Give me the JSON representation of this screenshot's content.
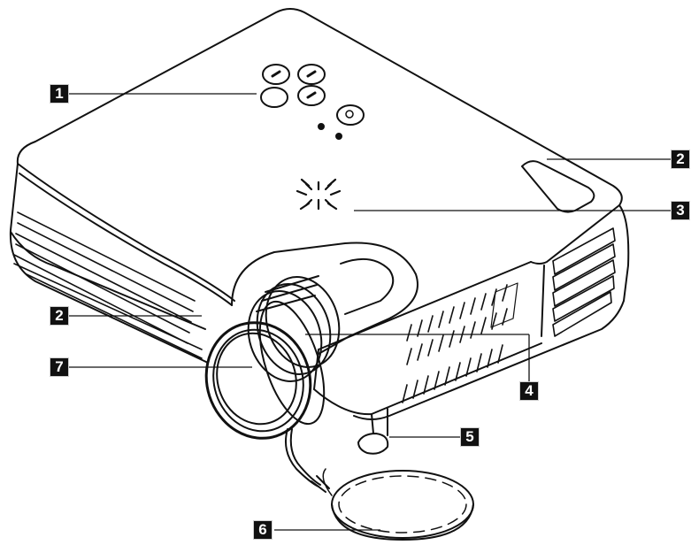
{
  "callouts": [
    {
      "id": "1",
      "label": "1"
    },
    {
      "id": "2a",
      "label": "2"
    },
    {
      "id": "2b",
      "label": "2"
    },
    {
      "id": "3",
      "label": "3"
    },
    {
      "id": "4",
      "label": "4"
    },
    {
      "id": "5",
      "label": "5"
    },
    {
      "id": "6",
      "label": "6"
    },
    {
      "id": "7",
      "label": "7"
    }
  ],
  "colors": {
    "ink": "#111111",
    "callout_bg": "#111111",
    "callout_text": "#ffffff"
  }
}
